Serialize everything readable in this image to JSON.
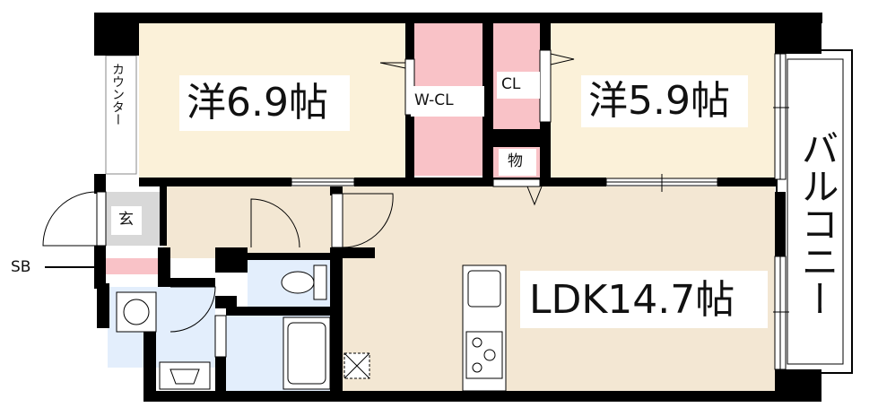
{
  "rooms": {
    "western_1": "洋6.9帖",
    "western_2": "洋5.9帖",
    "ldk": "LDK14.7帖",
    "walk_in_closet": "W-CL",
    "closet": "CL",
    "storage": "物",
    "entrance": "玄",
    "counter": "カウンター",
    "balcony": "バルコニー",
    "shoe_box": "SB"
  },
  "colors": {
    "western": "#fbf1d9",
    "ldk": "#f3e7d3",
    "closet": "#f9c2c7",
    "wet_area": "#e3eefc",
    "entrance": "#d8d8d8",
    "wall": "#000000"
  }
}
